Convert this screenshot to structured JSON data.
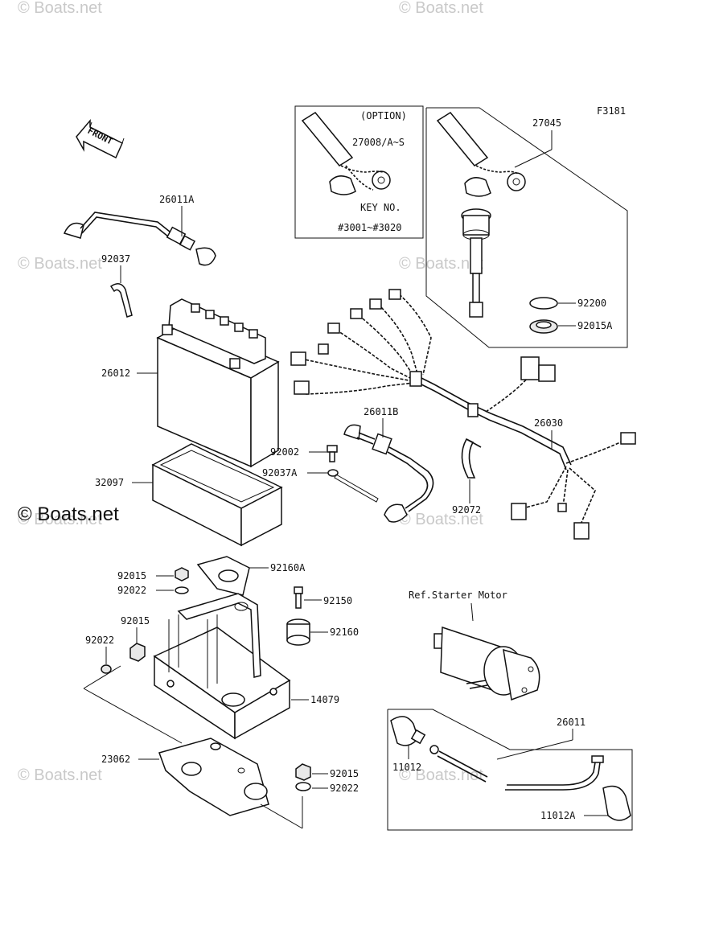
{
  "figure_code": "F3181",
  "front_label": "FRONT",
  "option_box": {
    "title": "(OPTION)",
    "part": "27008/A~S",
    "key_label": "KEY NO.",
    "key_range": "#3001~#3020"
  },
  "reference_label": "Ref.Starter Motor",
  "credit": "© Boats.net",
  "watermarks": [
    "© Boats.net",
    "© Boats.net",
    "© Boats.net",
    "© Boats.net",
    "© Boats.net",
    "© Boats.net",
    "© Boats.net",
    "© Boats.net"
  ],
  "part_labels": {
    "p27045": "27045",
    "p26011A": "26011A",
    "p92037": "92037",
    "p26012": "26012",
    "p92200": "92200",
    "p92015A": "92015A",
    "p26011B": "26011B",
    "p92002": "92002",
    "p92037A": "92037A",
    "p32097": "32097",
    "p26030": "26030",
    "p92072": "92072",
    "p92015_a": "92015",
    "p92160A": "92160A",
    "p92022_a": "92022",
    "p92150": "92150",
    "p92015_b": "92015",
    "p92160": "92160",
    "p92022_b": "92022",
    "p14079": "14079",
    "p23062": "23062",
    "p92015_c": "92015",
    "p92022_c": "92022",
    "p26011": "26011",
    "p11012": "11012",
    "p11012A": "11012A"
  }
}
